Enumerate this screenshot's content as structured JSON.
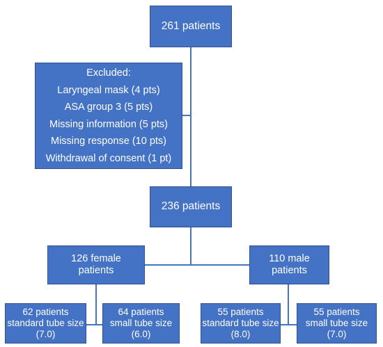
{
  "colors": {
    "box_fill": "#4472C4",
    "box_border": "#2F528F",
    "connector": "#4472C4",
    "text": "#ffffff"
  },
  "boxes": {
    "total": {
      "lines": [
        "261 patients"
      ]
    },
    "excluded": {
      "lines": [
        "Excluded:",
        "Laryngeal mask (4 pts)",
        "ASA group 3 (5 pts)",
        "Missing information (5 pts)",
        "Missing response (10 pts)",
        "Withdrawal of consent (1 pt)"
      ]
    },
    "included": {
      "lines": [
        "236 patients"
      ]
    },
    "female": {
      "lines": [
        "126 female",
        "patients"
      ]
    },
    "male": {
      "lines": [
        "110 male",
        "patients"
      ]
    },
    "female_standard": {
      "lines": [
        "62 patients",
        "standard tube size",
        "(7.0)"
      ]
    },
    "female_small": {
      "lines": [
        "64 patients",
        "small tube size",
        "(6.0)"
      ]
    },
    "male_standard": {
      "lines": [
        "55 patients",
        "standard tube size",
        "(8.0)"
      ]
    },
    "male_small": {
      "lines": [
        "55 patients",
        "small tube size",
        "(7.0)"
      ]
    }
  }
}
